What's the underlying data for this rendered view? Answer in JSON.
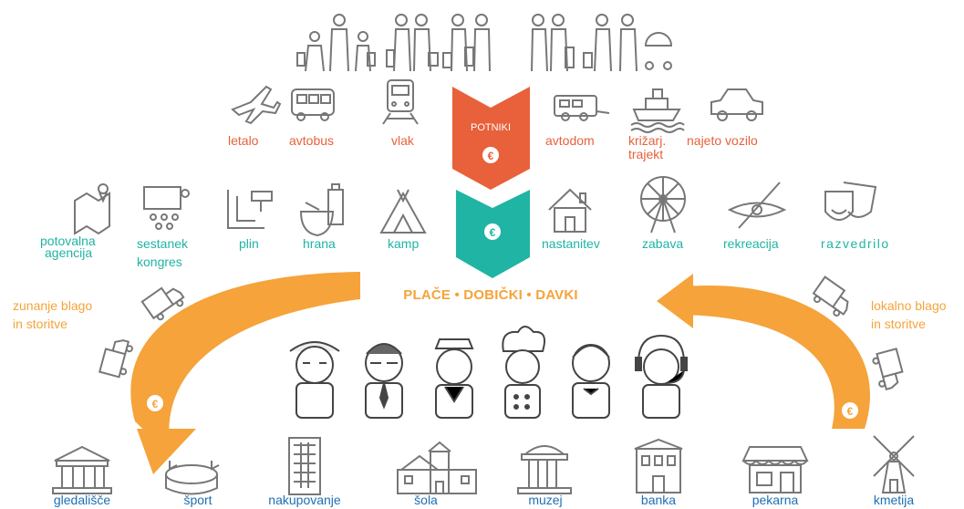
{
  "colors": {
    "orange": "#e8613a",
    "teal": "#1fb4a4",
    "yellow": "#f5a33a",
    "blue": "#1e6fb5",
    "icon_gray": "#777777"
  },
  "top": {
    "chevron_label": "POTNIKI",
    "currency_symbol": "€",
    "transport": [
      {
        "label": "letalo",
        "icon": "airplane-icon"
      },
      {
        "label": "avtobus",
        "icon": "bus-icon"
      },
      {
        "label": "vlak",
        "icon": "train-icon"
      },
      {
        "label": "avtodom",
        "icon": "caravan-icon"
      },
      {
        "label": "križarj.",
        "label2": "trajekt",
        "icon": "ship-icon"
      },
      {
        "label": "najeto vozilo",
        "icon": "car-icon"
      }
    ]
  },
  "middle": {
    "services": [
      {
        "label": "potovalna",
        "label2": "agencija",
        "icon": "map-pin-icon"
      },
      {
        "label": "sestanek",
        "label2": "kongres",
        "icon": "conference-icon"
      },
      {
        "label": "plin",
        "icon": "fuel-pump-icon"
      },
      {
        "label": "hrana",
        "icon": "food-bowl-icon"
      },
      {
        "label": "kamp",
        "icon": "tent-icon"
      },
      {
        "label": "nastanitev",
        "icon": "house-icon"
      },
      {
        "label": "zabava",
        "icon": "ferris-wheel-icon"
      },
      {
        "label": "rekreacija",
        "icon": "kayak-icon"
      },
      {
        "label": "razvedrilo",
        "icon": "theatre-masks-icon"
      }
    ],
    "slogan": "PLAČE • DOBIČKI • DAVKI"
  },
  "sides": {
    "left_label": "zunanje blago",
    "left_label2": "in storitve",
    "right_label": "lokalno blago",
    "right_label2": "in storitve"
  },
  "bottom": {
    "places": [
      {
        "label": "gledališče",
        "icon": "theatre-building-icon"
      },
      {
        "label": "šport",
        "icon": "stadium-icon"
      },
      {
        "label": "nakupovanje",
        "icon": "mall-icon"
      },
      {
        "label": "šola",
        "icon": "school-icon"
      },
      {
        "label": "muzej",
        "icon": "museum-icon"
      },
      {
        "label": "banka",
        "icon": "bank-icon"
      },
      {
        "label": "pekarna",
        "icon": "bakery-icon"
      },
      {
        "label": "kmetija",
        "icon": "windmill-icon"
      }
    ]
  }
}
